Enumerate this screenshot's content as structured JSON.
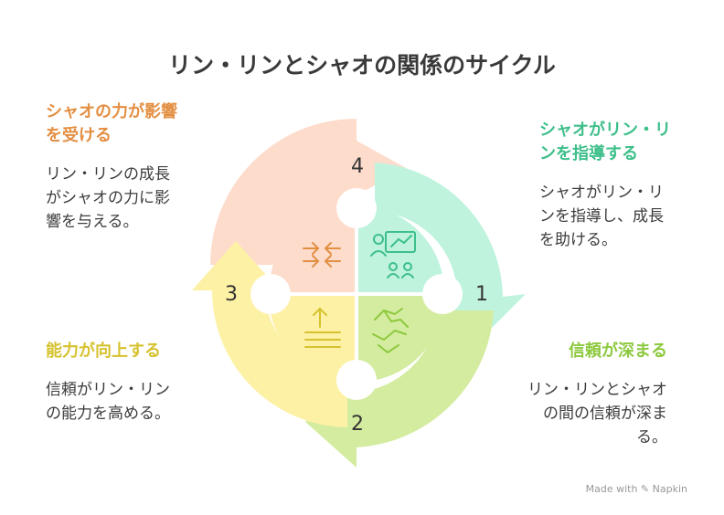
{
  "title": "リン・リンとシャオの関係のサイクル",
  "colors": {
    "step1": "#bff3dd",
    "step2": "#d4ec9f",
    "step3": "#fdf1a6",
    "step4": "#fddccb"
  },
  "steps": [
    {
      "number": "1",
      "heading": "信頼が深まる",
      "description": "リン・リンとシャオの間の信頼が深まる。",
      "icon": "handshake-icon"
    },
    {
      "number": "2",
      "heading": "能力が向上する",
      "description": "信頼がリン・リンの能力を高める。",
      "icon": "upload-icon"
    },
    {
      "number": "3",
      "heading": "シャオの力が影響を受ける",
      "description": "リン・リンの成長がシャオの力に影響を与える。",
      "icon": "compress-arrows-icon"
    },
    {
      "number": "4",
      "heading": "シャオがリン・リンを指導する",
      "description": "シャオがリン・リンを指導し、成長を助ける。",
      "icon": "presentation-icon"
    }
  ],
  "blocks": {
    "tl": {
      "heading": "シャオの力が影響を受ける",
      "description": "リン・リンの成長がシャオの力に影響を与える。"
    },
    "tr": {
      "heading": "シャオがリン・リンを指導する",
      "description": "シャオがリン・リンを指導し、成長を助ける。"
    },
    "bl": {
      "heading": "能力が向上する",
      "description": "信頼がリン・リンの能力を高める。"
    },
    "br": {
      "heading": "信頼が深まる",
      "description": "リン・リンとシャオの間の信頼が深まる。"
    }
  },
  "numbers": {
    "n1": "1",
    "n2": "2",
    "n3": "3",
    "n4": "4"
  },
  "footer": "Made with ✎ Napkin"
}
